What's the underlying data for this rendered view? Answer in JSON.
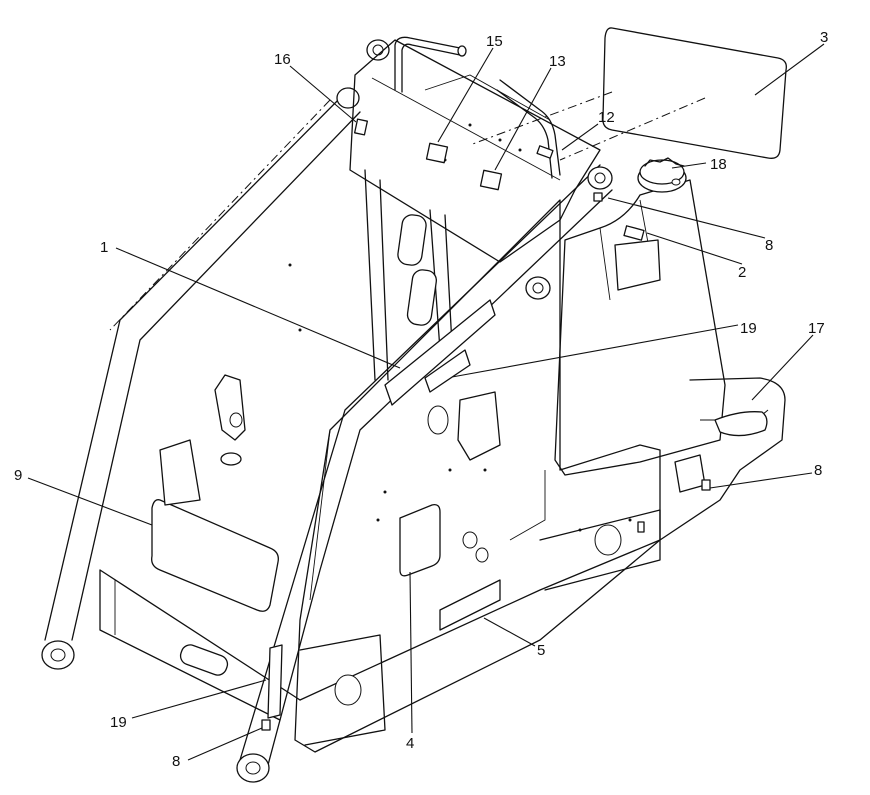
{
  "callouts": [
    {
      "label": "1"
    },
    {
      "label": "2"
    },
    {
      "label": "3"
    },
    {
      "label": "4"
    },
    {
      "label": "5"
    },
    {
      "label": "8"
    },
    {
      "label": "8"
    },
    {
      "label": "8"
    },
    {
      "label": "9"
    },
    {
      "label": "12"
    },
    {
      "label": "13"
    },
    {
      "label": "15"
    },
    {
      "label": "16"
    },
    {
      "label": "17"
    },
    {
      "label": "18"
    },
    {
      "label": "19"
    },
    {
      "label": "19"
    }
  ]
}
